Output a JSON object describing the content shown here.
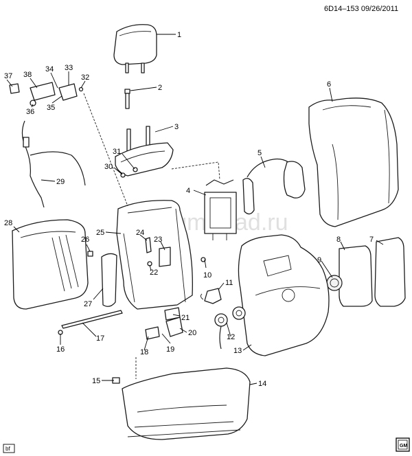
{
  "header": {
    "code": "6D14–153  09/26/2011"
  },
  "watermark": "www.gmsklad.ru",
  "corner_tag": "bf",
  "callouts": [
    "1",
    "2",
    "3",
    "4",
    "5",
    "6",
    "7",
    "8",
    "9",
    "10",
    "11",
    "12",
    "13",
    "14",
    "15",
    "16",
    "17",
    "18",
    "19",
    "20",
    "21",
    "22",
    "23",
    "24",
    "25",
    "26",
    "27",
    "28",
    "29",
    "30",
    "31",
    "32",
    "33",
    "34",
    "35",
    "36",
    "37",
    "38"
  ]
}
